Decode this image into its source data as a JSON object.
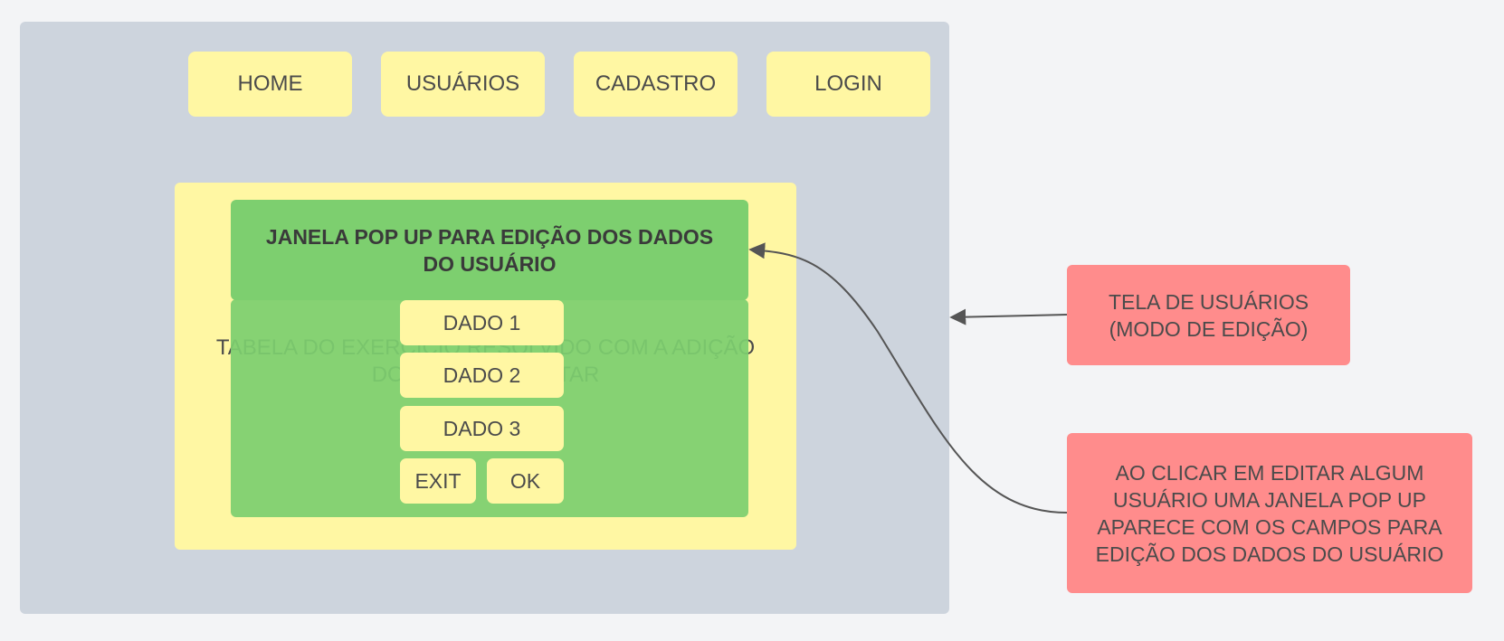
{
  "nav": {
    "home_label": "HOME",
    "users_label": "USUÁRIOS",
    "register_label": "CADASTRO",
    "login_label": "LOGIN"
  },
  "table": {
    "text": "TABELA DO EXERCÍCIO RESOLVIDO COM A ADIÇÃO\nDOS BOTÕES EDITAR"
  },
  "popup": {
    "title": "JANELA POP UP PARA EDIÇÃO DOS DADOS\nDO USUÁRIO",
    "field_1": "DADO 1",
    "field_2": "DADO 2",
    "field_3": "DADO 3",
    "exit_label": "EXIT",
    "ok_label": "OK"
  },
  "notes": {
    "screen_note": "TELA DE USUÁRIOS\n(MODO DE EDIÇÃO)",
    "popup_note": "AO CLICAR EM EDITAR ALGUM\nUSUÁRIO UMA JANELA POP UP\nAPARECE COM OS CAMPOS PARA\nEDIÇÃO DOS DADOS DO USUÁRIO"
  },
  "colors": {
    "background": "#f3f4f6",
    "frame": "#cdd4dd",
    "yellow": "#fff7a3",
    "green": "#7dcf6f",
    "red_note": "#ff8c8c",
    "connector": "#555555"
  }
}
